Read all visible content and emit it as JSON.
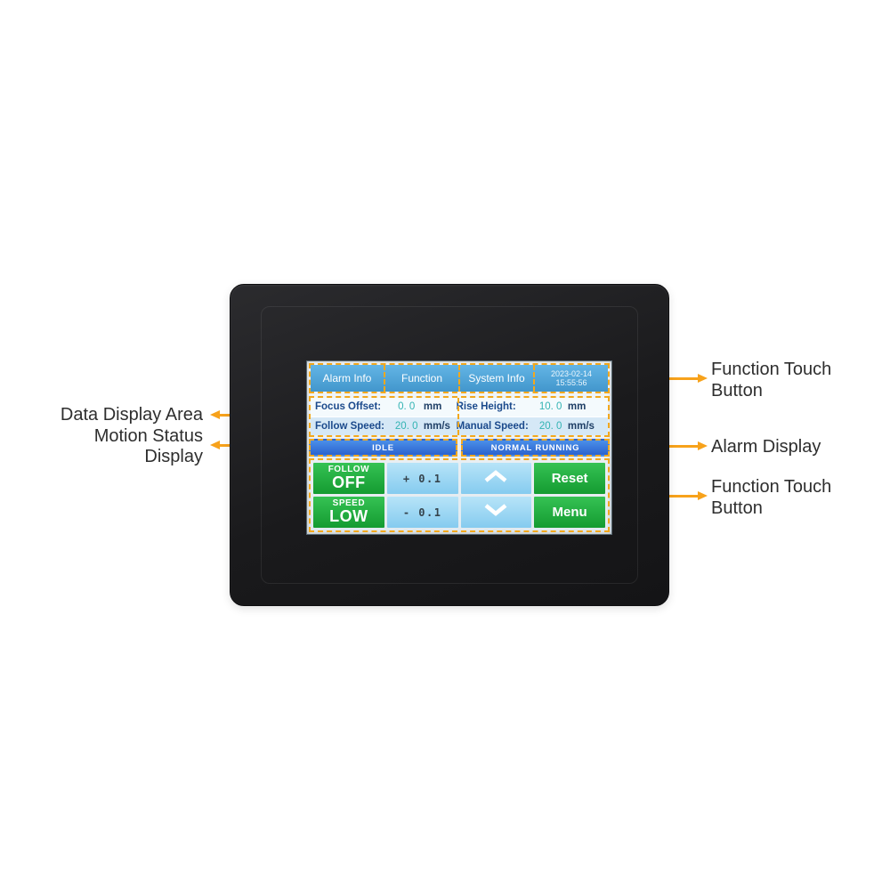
{
  "colors": {
    "accent_orange": "#f7a21b",
    "dashed_highlight": "#f2a81d",
    "hmi_button_blue": "#4aa0d5",
    "status_bar_blue": "#2e6fd6",
    "touch_button_green": "#1fae3c",
    "touch_button_lightblue": "#9fd9f4",
    "value_teal": "#33b3b3",
    "label_navy": "#1b4a8c"
  },
  "annotations": {
    "left": {
      "data_display": "Data Display Area",
      "motion_status_line1": "Motion Status",
      "motion_status_line2": "Display"
    },
    "right": {
      "function_touch_line1": "Function Touch",
      "function_touch_line2": "Button",
      "alarm_display": "Alarm Display"
    }
  },
  "screen": {
    "topbar": {
      "alarm_info": "Alarm Info",
      "function": "Function",
      "system_info": "System Info",
      "date": "2023-02-14",
      "time": "15:55:56"
    },
    "data": {
      "row1": {
        "label1": "Focus Offset:",
        "value1": "0. 0",
        "unit1": "mm",
        "label2": "Rise Height:",
        "value2": "10. 0",
        "unit2": "mm"
      },
      "row2": {
        "label1": "Follow Speed:",
        "value1": "20. 0",
        "unit1": "mm/s",
        "label2": "Manual Speed:",
        "value2": "20. 0",
        "unit2": "mm/s"
      }
    },
    "status": {
      "left": "IDLE",
      "right": "NORMAL RUNNING"
    },
    "buttons": {
      "follow_line1": "FOLLOW",
      "follow_line2": "OFF",
      "step_plus": "+ 0.1",
      "reset": "Reset",
      "speed_line1": "SPEED",
      "speed_line2": "LOW",
      "step_minus": "- 0.1",
      "menu": "Menu"
    }
  }
}
